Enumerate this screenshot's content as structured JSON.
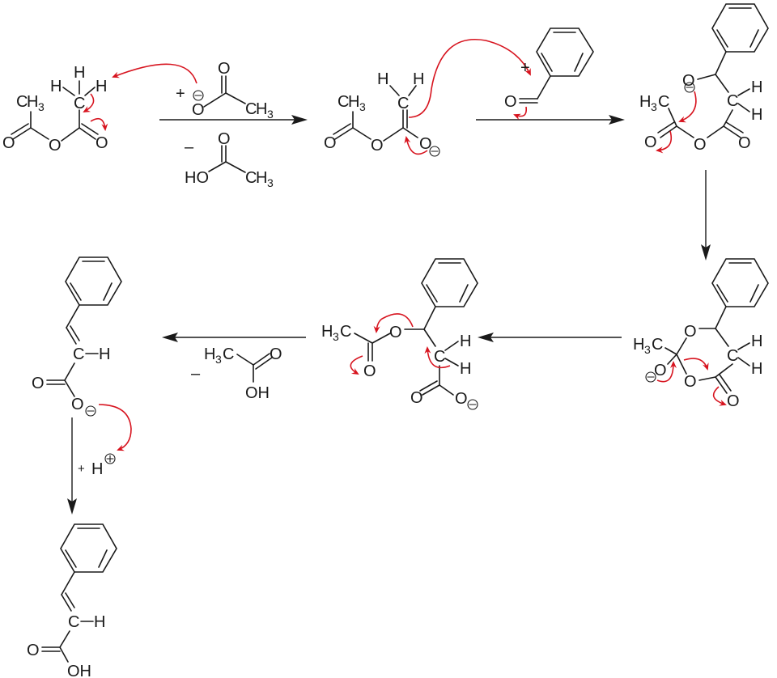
{
  "title": "Perkin reaction mechanism: acetic anhydride + benzaldehyde to cinnamic acid",
  "colors": {
    "bonds": "#1a1a1a",
    "electron_arrows": "#d7141f",
    "background": "#ffffff"
  },
  "steps": [
    {
      "id": "step1",
      "reagent_above_prefix": "+",
      "reagent_above": "acetate anion",
      "reagent_below_prefix": "–",
      "reagent_below": "acetic acid",
      "direction": "right"
    },
    {
      "id": "step2",
      "reagent_above_prefix": "+",
      "reagent_above": "benzaldehyde",
      "direction": "right"
    },
    {
      "id": "step3",
      "direction": "down"
    },
    {
      "id": "step4",
      "direction": "left"
    },
    {
      "id": "step5",
      "reagent_below_prefix": "–",
      "reagent_below": "acetic acid",
      "direction": "left"
    },
    {
      "id": "step6",
      "reagent_side_prefix": "+",
      "reagent_side": "H+",
      "direction": "down"
    }
  ],
  "labels": {
    "O": "O",
    "H": "H",
    "C": "C",
    "OH": "OH",
    "HO": "HO",
    "CH": "CH",
    "H3C_H": "H",
    "H3C_C": "C",
    "three": "3",
    "plus": "+",
    "minus": "–",
    "neg": "−",
    "pos": "+"
  },
  "molecules": [
    {
      "name": "acetic-anhydride",
      "formula": "(CH3CO)2O"
    },
    {
      "name": "anhydride-enolate",
      "formula": "CH2=C(O−)OC(O)CH3"
    },
    {
      "name": "alkoxide-adduct",
      "formula": "PhCH(O−)CH2C(O)OC(O)CH3"
    },
    {
      "name": "cyclic-orthoester-intermediate",
      "formula": "cyclic tetrahedral intermediate"
    },
    {
      "name": "acetoxy-carboxylate",
      "formula": "PhCH(OAc)CH2COO−"
    },
    {
      "name": "cinnamate",
      "formula": "PhCH=CHCOO−"
    },
    {
      "name": "cinnamic-acid",
      "formula": "PhCH=CHCOOH"
    }
  ]
}
